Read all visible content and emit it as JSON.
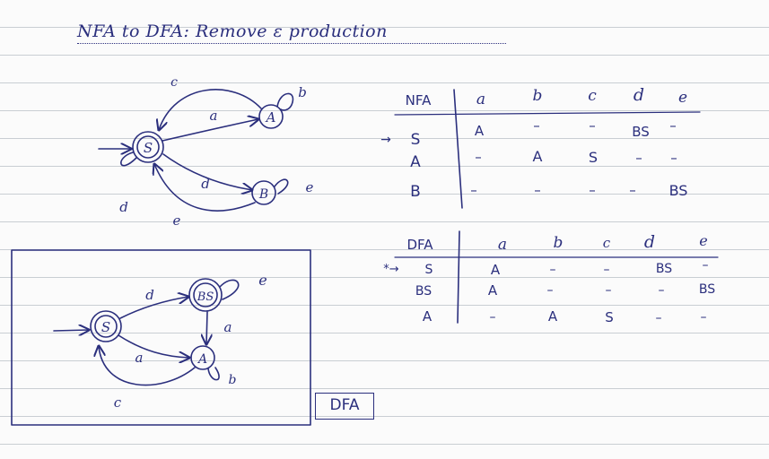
{
  "title": "NFA to DFA: Remove ε production",
  "dfa_label": "DFA",
  "nfa_diagram": {
    "states": [
      "S",
      "A",
      "B"
    ],
    "transition_labels": {
      "c": "c",
      "a": "a",
      "b": "b",
      "d_back": "d",
      "d": "d",
      "e": "e",
      "e_back": "e"
    }
  },
  "nfa_table": {
    "corner": "NFA",
    "columns": [
      "a",
      "b",
      "c",
      "d",
      "e"
    ],
    "rows": [
      {
        "marker": "→",
        "state": "S",
        "cells": [
          "A",
          "–",
          "–",
          "BS",
          "–"
        ]
      },
      {
        "marker": "",
        "state": "A",
        "cells": [
          "–",
          "A",
          "S",
          "–",
          "–"
        ]
      },
      {
        "marker": "",
        "state": "B",
        "cells": [
          "–",
          "–",
          "–",
          "–",
          "BS"
        ]
      }
    ]
  },
  "dfa_diagram": {
    "states": [
      "S",
      "BS",
      "A"
    ],
    "transition_labels": {
      "d": "d",
      "e": "e",
      "a_down": "a",
      "a": "a",
      "b": "b",
      "c": "c"
    }
  },
  "dfa_table": {
    "corner": "DFA",
    "columns": [
      "a",
      "b",
      "c",
      "d",
      "e"
    ],
    "rows": [
      {
        "marker": "*→",
        "state": "S",
        "cells": [
          "A",
          "–",
          "–",
          "BS",
          "–"
        ]
      },
      {
        "marker": "",
        "state": "BS",
        "cells": [
          "A",
          "–",
          "–",
          "–",
          "BS"
        ]
      },
      {
        "marker": "",
        "state": "A",
        "cells": [
          "–",
          "A",
          "S",
          "–",
          "–"
        ]
      }
    ]
  }
}
